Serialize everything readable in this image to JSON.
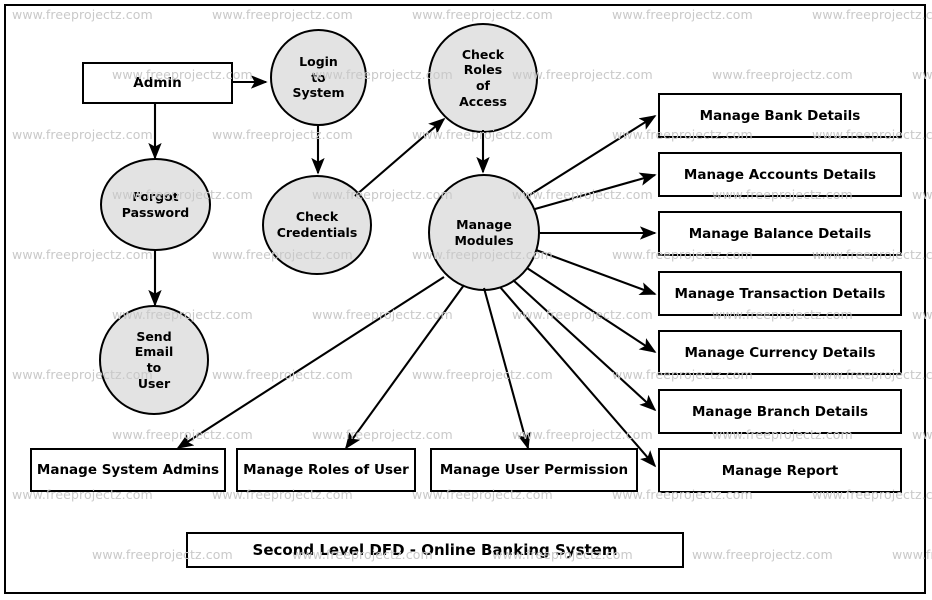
{
  "diagram": {
    "title": "Second Level DFD - Online Banking System",
    "watermark_text": "www.freeprojectz.com",
    "colors": {
      "process_fill": "#e3e3e3",
      "entity_fill": "#ffffff",
      "stroke": "#000000",
      "watermark": "#c9c9c9"
    },
    "external_entities": [
      {
        "id": "admin",
        "label": "Admin"
      }
    ],
    "processes": [
      {
        "id": "login-to-system",
        "lines": [
          "Login",
          "to",
          "System"
        ]
      },
      {
        "id": "check-roles-of-access",
        "lines": [
          "Check",
          "Roles",
          "of",
          "Access"
        ]
      },
      {
        "id": "forgot-password",
        "lines": [
          "Forgot",
          "Password"
        ]
      },
      {
        "id": "check-credentials",
        "lines": [
          "Check",
          "Credentials"
        ]
      },
      {
        "id": "manage-modules",
        "lines": [
          "Manage",
          "Modules"
        ]
      },
      {
        "id": "send-email-to-user",
        "lines": [
          "Send",
          "Email",
          "to",
          "User"
        ]
      }
    ],
    "right_modules": [
      {
        "id": "manage-bank-details",
        "label": "Manage Bank Details"
      },
      {
        "id": "manage-accounts-details",
        "label": "Manage Accounts Details"
      },
      {
        "id": "manage-balance-details",
        "label": "Manage Balance Details"
      },
      {
        "id": "manage-transaction-details",
        "label": "Manage Transaction Details"
      },
      {
        "id": "manage-currency-details",
        "label": "Manage Currency Details"
      },
      {
        "id": "manage-branch-details",
        "label": "Manage Branch Details"
      },
      {
        "id": "manage-report",
        "label": "Manage Report"
      }
    ],
    "bottom_modules": [
      {
        "id": "manage-system-admins",
        "label": "Manage System Admins"
      },
      {
        "id": "manage-roles-of-user",
        "label": "Manage Roles of User"
      },
      {
        "id": "manage-user-permission",
        "label": "Manage User Permission"
      }
    ],
    "flows": [
      {
        "from": "admin",
        "to": "login-to-system"
      },
      {
        "from": "admin",
        "to": "forgot-password"
      },
      {
        "from": "login-to-system",
        "to": "check-credentials"
      },
      {
        "from": "check-credentials",
        "to": "check-roles-of-access"
      },
      {
        "from": "check-roles-of-access",
        "to": "manage-modules"
      },
      {
        "from": "forgot-password",
        "to": "send-email-to-user"
      },
      {
        "from": "manage-modules",
        "to": "manage-bank-details"
      },
      {
        "from": "manage-modules",
        "to": "manage-accounts-details"
      },
      {
        "from": "manage-modules",
        "to": "manage-balance-details"
      },
      {
        "from": "manage-modules",
        "to": "manage-transaction-details"
      },
      {
        "from": "manage-modules",
        "to": "manage-currency-details"
      },
      {
        "from": "manage-modules",
        "to": "manage-branch-details"
      },
      {
        "from": "manage-modules",
        "to": "manage-report"
      },
      {
        "from": "manage-modules",
        "to": "manage-system-admins"
      },
      {
        "from": "manage-modules",
        "to": "manage-roles-of-user"
      },
      {
        "from": "manage-modules",
        "to": "manage-user-permission"
      }
    ]
  }
}
